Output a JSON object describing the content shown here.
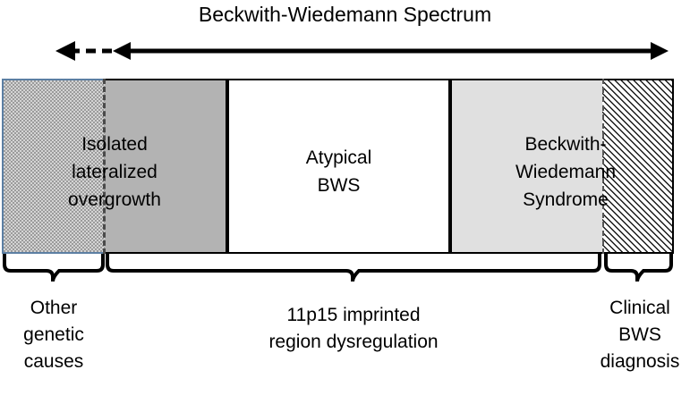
{
  "title": "Beckwith-Wiedemann Spectrum",
  "arrow": {
    "name": "spectrum-double-arrow",
    "dashed_left_segment": true,
    "solid_span": true,
    "color": "#000000"
  },
  "bar": {
    "segments": [
      {
        "id": "isolated-lateralized-overgrowth-checker",
        "label": "",
        "fill": "checkerboard",
        "fill_color": "#b8b8b8",
        "border_color": "#5c7fa3"
      },
      {
        "id": "isolated-lateralized-overgrowth-solid",
        "label": "",
        "fill": "solid",
        "fill_color": "#b3b3b3",
        "border_color": "#000000"
      },
      {
        "id": "atypical-bws",
        "label": "Atypical\nBWS",
        "fill": "solid",
        "fill_color": "#ffffff",
        "border_color": "#000000"
      },
      {
        "id": "beckwith-wiedemann-syndrome",
        "label": "",
        "fill": "solid",
        "fill_color": "#e0e0e0",
        "border_color": "#000000"
      },
      {
        "id": "clinical-hatched",
        "label": "",
        "fill": "diagonal-hatch",
        "fill_color": "#ffffff",
        "border_color": "#000000"
      }
    ],
    "labels": {
      "isolated_lateralized_overgrowth": "Isolated\nlateralized\novergrowth",
      "atypical_bws": "Atypical\nBWS",
      "beckwith_wiedemann_syndrome": "Beckwith-\nWiedemann\nSyndrome"
    }
  },
  "braces": [
    {
      "id": "brace-other-genetic-causes",
      "caption": "Other\ngenetic\ncauses"
    },
    {
      "id": "brace-11p15-dysregulation",
      "caption": "11p15 imprinted\nregion dysregulation"
    },
    {
      "id": "brace-clinical-bws-diagnosis",
      "caption": "Clinical\nBWS\ndiagnosis"
    }
  ]
}
